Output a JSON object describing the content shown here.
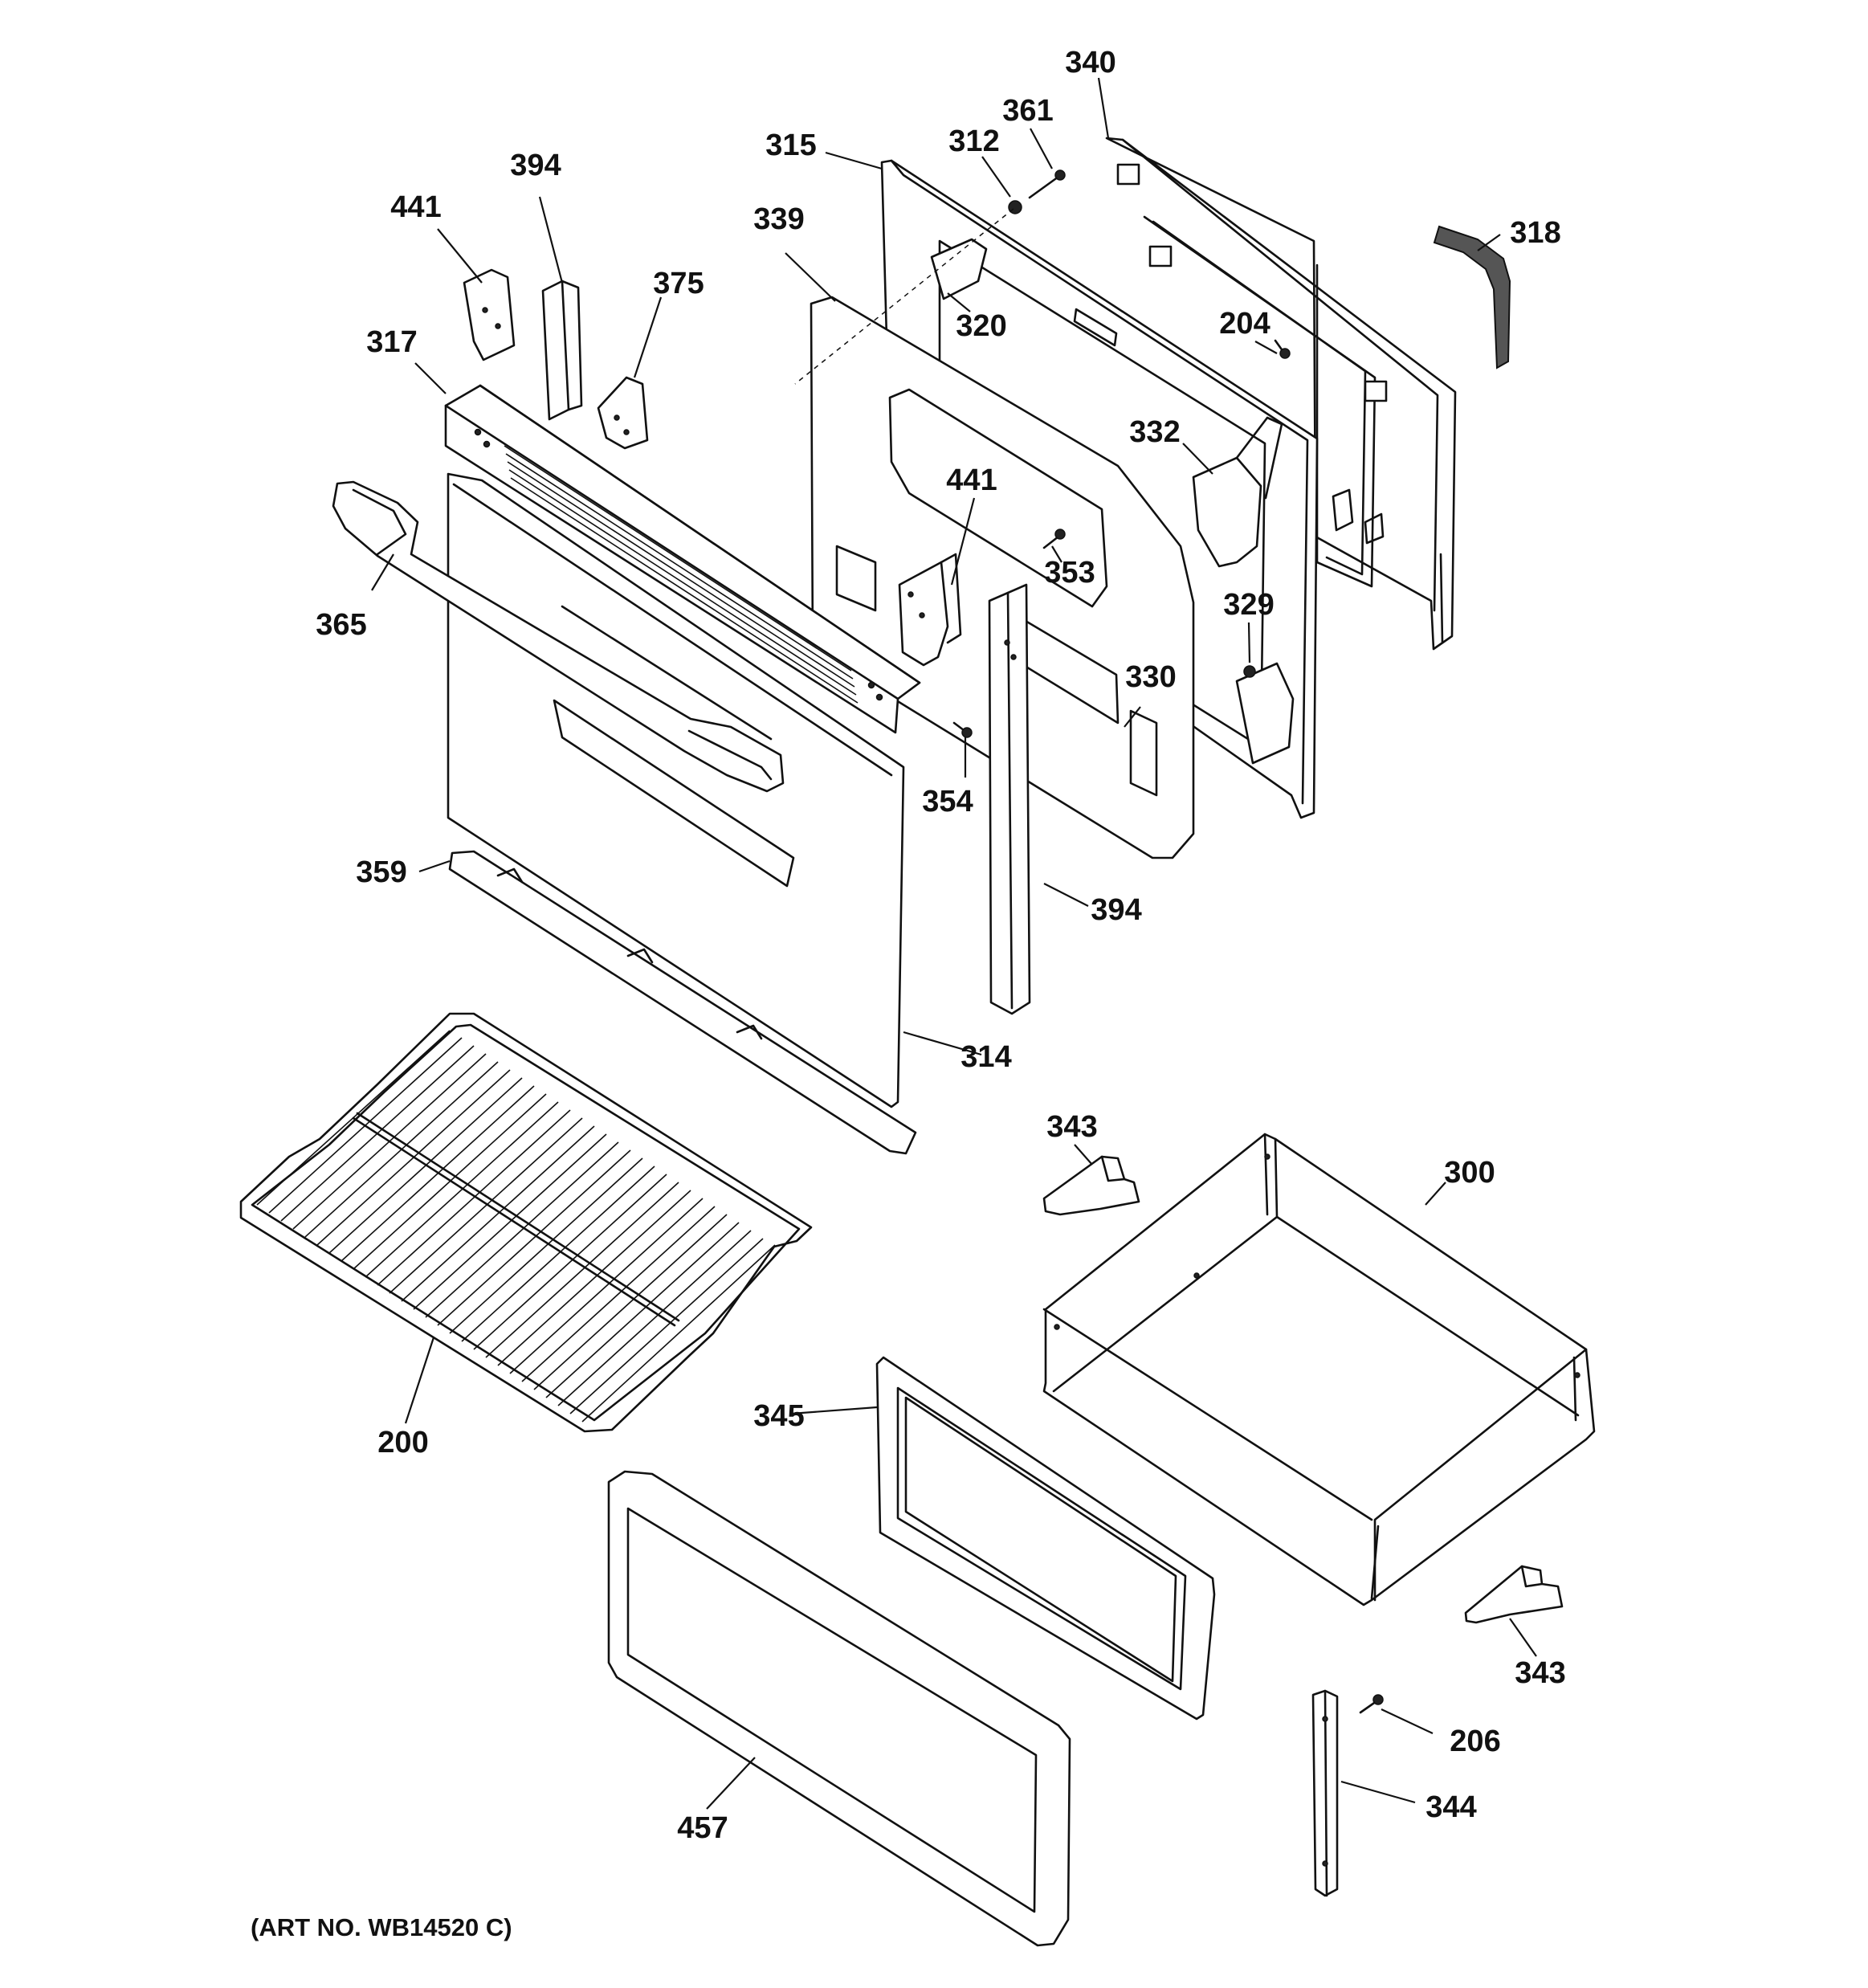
{
  "diagram": {
    "art_number": "(ART NO. WB14520 C)",
    "callouts": {
      "c340": "340",
      "c361": "361",
      "c312": "312",
      "c315": "315",
      "c339": "339",
      "c318": "318",
      "c394a": "394",
      "c441a": "441",
      "c375": "375",
      "c320": "320",
      "c204": "204",
      "c317": "317",
      "c332": "332",
      "c441b": "441",
      "c365": "365",
      "c353": "353",
      "c329": "329",
      "c330": "330",
      "c354": "354",
      "c359": "359",
      "c394b": "394",
      "c314": "314",
      "c343a": "343",
      "c300": "300",
      "c200": "200",
      "c345": "345",
      "c343b": "343",
      "c206": "206",
      "c344": "344",
      "c457": "457"
    }
  }
}
